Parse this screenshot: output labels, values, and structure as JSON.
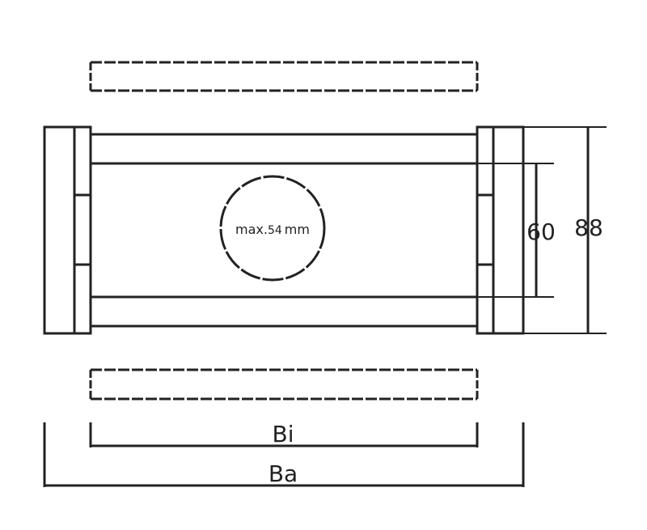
{
  "diagram": {
    "circle_label_prefix": "max.",
    "circle_label_value": "54",
    "circle_label_unit": "mm",
    "dim_inner_height": "60",
    "dim_outer_height": "88",
    "dim_inner_width": "Bi",
    "dim_outer_width": "Ba"
  },
  "colors": {
    "stroke": "#222222",
    "background": "#ffffff"
  }
}
